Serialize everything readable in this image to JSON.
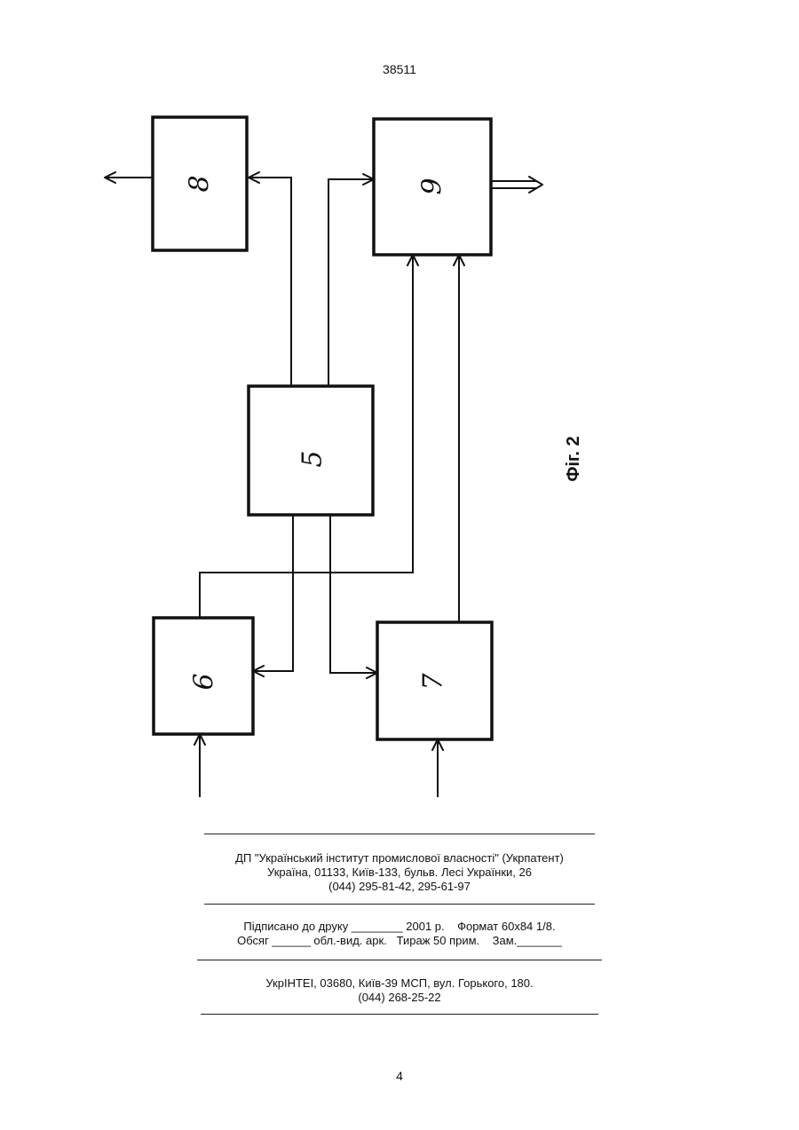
{
  "header": {
    "patent_number": "38511"
  },
  "figure": {
    "caption": "Фіг. 2",
    "blocks": {
      "b5": "5",
      "b6": "6",
      "b7": "7",
      "b8": "8",
      "b9": "9"
    }
  },
  "footer": {
    "block1": {
      "line1": "ДП \"Український інститут промислової власності\" (Укрпатент)",
      "line2": "Україна, 01133, Київ-133, бульв. Лесі Українки, 26",
      "line3": "(044) 295-81-42, 295-61-97"
    },
    "block2": {
      "line1": "Підписано до друку ________ 2001 р.    Формат 60х84 1/8.",
      "line2": "Обсяг ______ обл.-вид. арк.   Тираж 50 прим.    Зам._______"
    },
    "block3": {
      "line1": "УкрІНТЕІ, 03680, Київ-39 МСП, вул. Горького, 180.",
      "line2": "(044) 268-25-22"
    }
  },
  "page_number": "4"
}
